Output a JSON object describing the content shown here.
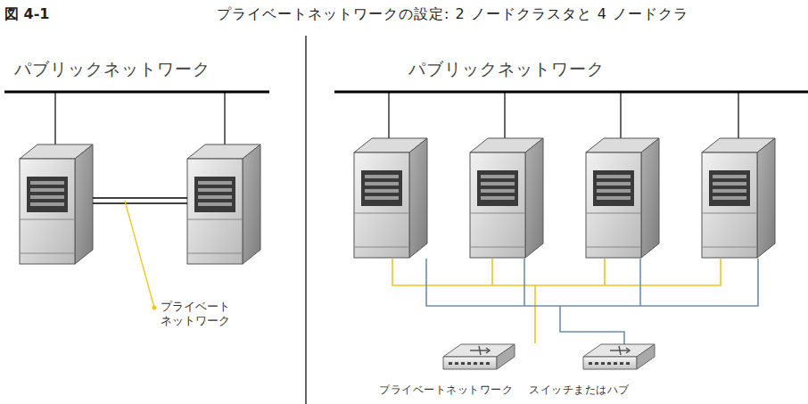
{
  "diagram": {
    "title": "プライベートネットワークの設定: 2 ノードクラスタと 4 ノードクラ",
    "labels": [
      "図 4-1",
      "パブリックネットワーク",
      "パブリックネットワーク",
      "プライベート ネットワーク",
      "プライベートネットワーク スイッチまたはハブ"
    ]
  }
}
